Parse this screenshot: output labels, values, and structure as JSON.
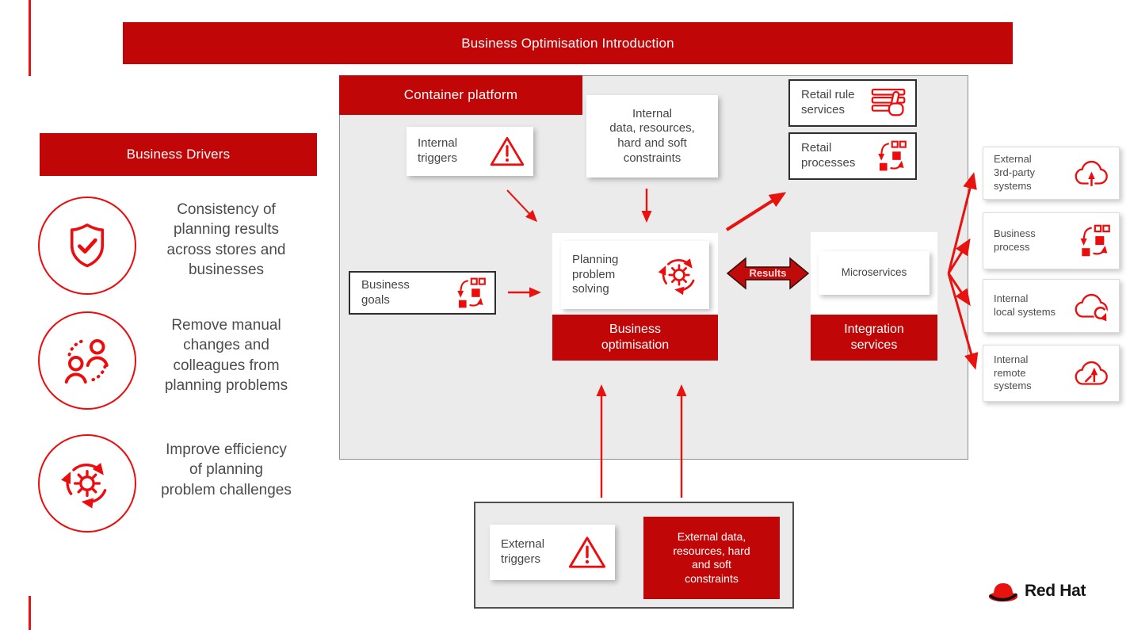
{
  "title": "Business Optimisation Introduction",
  "colors": {
    "brand_red": "#c00606",
    "accent_red": "#ee0b0c",
    "text_dark": "#4c4c4c",
    "panel_gray": "#ebebeb"
  },
  "business_drivers": {
    "heading": "Business Drivers",
    "items": [
      {
        "icon": "shield-check-icon",
        "text": "Consistency of\nplanning results\nacross stores and\nbusinesses"
      },
      {
        "icon": "people-swap-icon",
        "text": "Remove manual\nchanges and\ncolleagues from\nplanning problems"
      },
      {
        "icon": "gear-cycle-icon",
        "text": "Improve efficiency\nof planning\nproblem challenges"
      }
    ]
  },
  "container_platform": {
    "heading": "Container platform",
    "internal_triggers": {
      "label": "Internal\ntriggers",
      "icon": "warning-triangle-icon"
    },
    "internal_data": {
      "label": "Internal\ndata, resources,\nhard and soft\nconstraints"
    },
    "business_goals": {
      "label": "Business\ngoals",
      "icon": "process-icon"
    },
    "planning": {
      "label": "Planning\nproblem\nsolving",
      "icon": "gear-cycle-icon",
      "banner": "Business\noptimisation"
    },
    "results_label": "Results",
    "microservices": {
      "label": "Microservices",
      "banner": "Integration\nservices"
    },
    "retail_rule_services": {
      "label": "Retail rule\nservices",
      "icon": "rules-hand-icon"
    },
    "retail_processes": {
      "label": "Retail\nprocesses",
      "icon": "process-icon"
    }
  },
  "external_systems": [
    {
      "label": "External\n3rd-party\nsystems",
      "icon": "cloud-upload-icon"
    },
    {
      "label": "Business\nprocess",
      "icon": "process-icon"
    },
    {
      "label": "Internal\nlocal systems",
      "icon": "cloud-sync-icon"
    },
    {
      "label": "Internal\nremote\nsystems",
      "icon": "cloud-arrow-icon"
    }
  ],
  "external_inputs": {
    "external_triggers": {
      "label": "External\ntriggers",
      "icon": "warning-triangle-icon"
    },
    "external_data": {
      "label": "External data,\nresources, hard\nand soft\nconstraints"
    }
  },
  "logo": {
    "brand": "Red Hat",
    "icon": "red-hat-fedora-icon"
  }
}
